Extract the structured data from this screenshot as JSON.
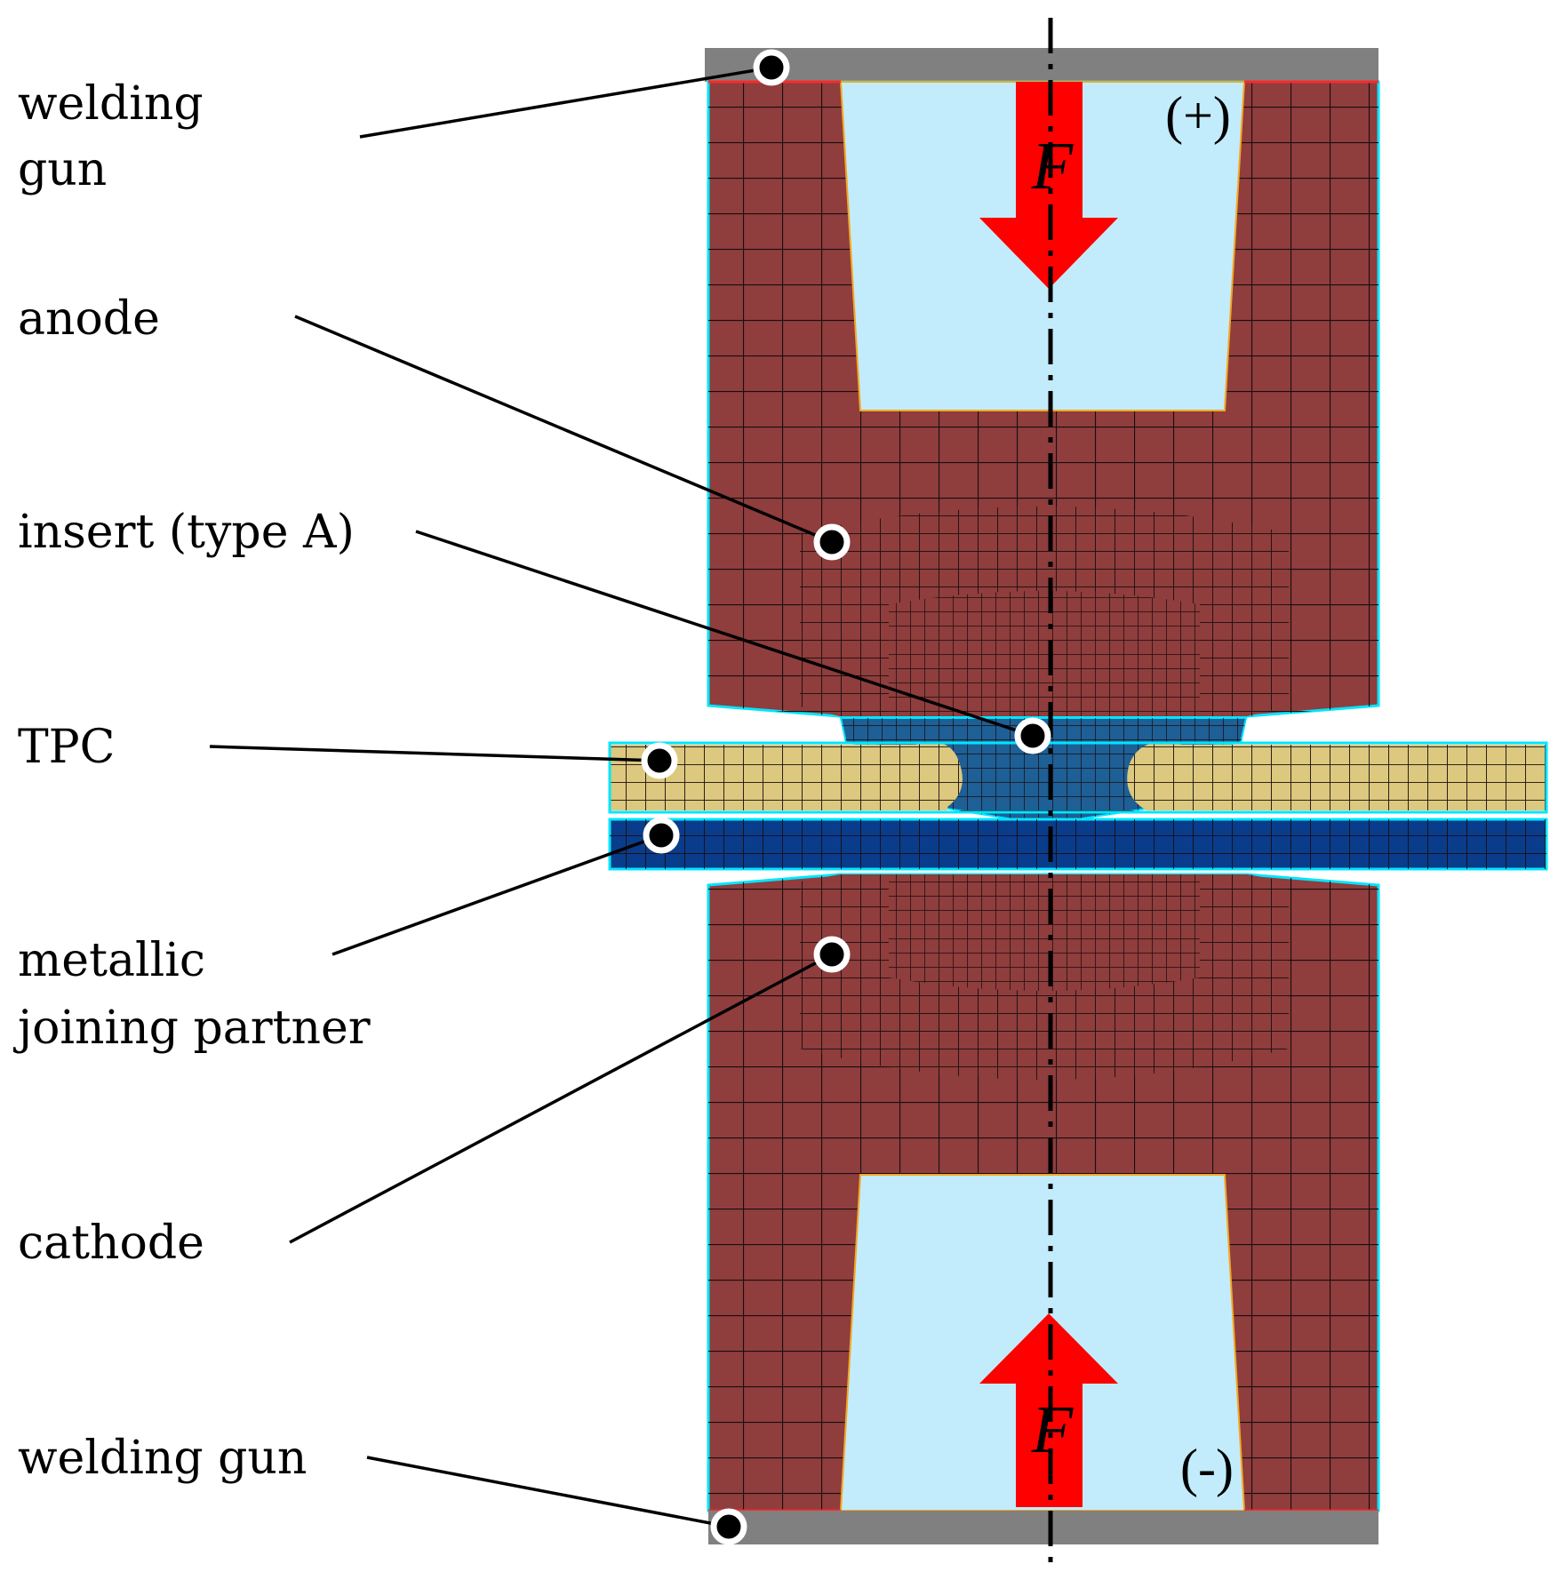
{
  "labels": {
    "welding_gun_top_line1": "welding",
    "welding_gun_top_line2": "gun",
    "anode": "anode",
    "insert": "insert (type A)",
    "tpc": "TPC",
    "metallic_line1": "metallic",
    "metallic_line2": "joining partner",
    "cathode": "cathode",
    "welding_gun_bottom": "welding gun"
  },
  "force_label": "F",
  "polarity": {
    "top": "(+)",
    "bottom": "(-)"
  },
  "colors": {
    "electrode": "#8f3d3d",
    "cooling": "#c2ecfb",
    "gun": "#808080",
    "tpc": "#dcc87e",
    "metal": "#0a3c8c",
    "insert": "#1e5f96",
    "arrow": "#ff0000",
    "outline": "#00e5ff",
    "mesh": "#1a0d0d"
  }
}
